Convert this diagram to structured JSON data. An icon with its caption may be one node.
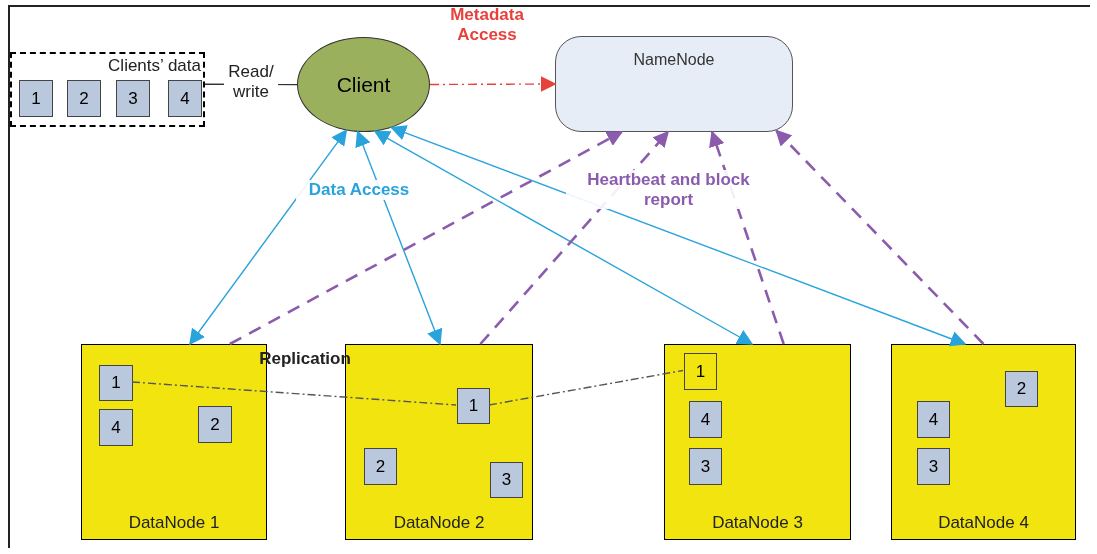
{
  "diagram": {
    "nodes": [
      {
        "text": [
          "Clients’ data"
        ]
      },
      {
        "text": [
          "1"
        ],
        "in": 0
      },
      {
        "text": [
          "2"
        ],
        "in": 0
      },
      {
        "text": [
          "3"
        ],
        "in": 0
      },
      {
        "text": [
          "4"
        ],
        "in": 0
      },
      {
        "text": [
          "Client"
        ]
      },
      {
        "text": [
          "NameNode"
        ]
      },
      {
        "text": [
          "DataNode 1"
        ]
      },
      {
        "text": [
          "1"
        ],
        "in": 7
      },
      {
        "text": [
          "4"
        ],
        "in": 7
      },
      {
        "text": [
          "2"
        ],
        "in": 7
      },
      {
        "text": [
          "DataNode 2"
        ]
      },
      {
        "text": [
          "1"
        ],
        "in": 11
      },
      {
        "text": [
          "2"
        ],
        "in": 11
      },
      {
        "text": [
          "3"
        ],
        "in": 11
      },
      {
        "text": [
          "DataNode 3"
        ]
      },
      {
        "text": [
          "1"
        ],
        "in": 15
      },
      {
        "text": [
          "4"
        ],
        "in": 15
      },
      {
        "text": [
          "3"
        ],
        "in": 15
      },
      {
        "text": [
          "DataNode 4"
        ]
      },
      {
        "text": [
          "2"
        ],
        "in": 19
      },
      {
        "text": [
          "4"
        ],
        "in": 19
      },
      {
        "text": [
          "3"
        ],
        "in": 19
      }
    ],
    "edges": [
      {
        "from": 0,
        "to": 5,
        "arrow": "none",
        "label": "Read/ write",
        "color": "#333333"
      },
      {
        "from": 5,
        "to": 6,
        "arrow": "to",
        "style": "dashed",
        "color": "#e8413b"
      },
      {
        "from": 5,
        "to": 7,
        "arrow": "both",
        "color": "#29a3dc"
      },
      {
        "from": 5,
        "to": 11,
        "arrow": "both",
        "color": "#29a3dc"
      },
      {
        "from": 5,
        "to": 15,
        "arrow": "both",
        "color": "#29a3dc"
      },
      {
        "from": 5,
        "to": 19,
        "arrow": "both",
        "color": "#29a3dc"
      },
      {
        "from": 7,
        "to": 6,
        "arrow": "to",
        "style": "dashed",
        "color": "#8b5cad"
      },
      {
        "from": 11,
        "to": 6,
        "arrow": "to",
        "style": "dashed",
        "color": "#8b5cad"
      },
      {
        "from": 15,
        "to": 6,
        "arrow": "to",
        "style": "dashed",
        "color": "#8b5cad"
      },
      {
        "from": 19,
        "to": 6,
        "arrow": "to",
        "style": "dashed",
        "color": "#8b5cad"
      },
      {
        "from": 8,
        "to": 12,
        "arrow": "none",
        "style": "dashed",
        "color": "#555555"
      },
      {
        "from": 12,
        "to": 16,
        "arrow": "none",
        "style": "dashed",
        "color": "#555555"
      }
    ],
    "labels": [
      "Metadata Access",
      "Data Access",
      "Heartbeat and block report",
      "Replication"
    ]
  }
}
